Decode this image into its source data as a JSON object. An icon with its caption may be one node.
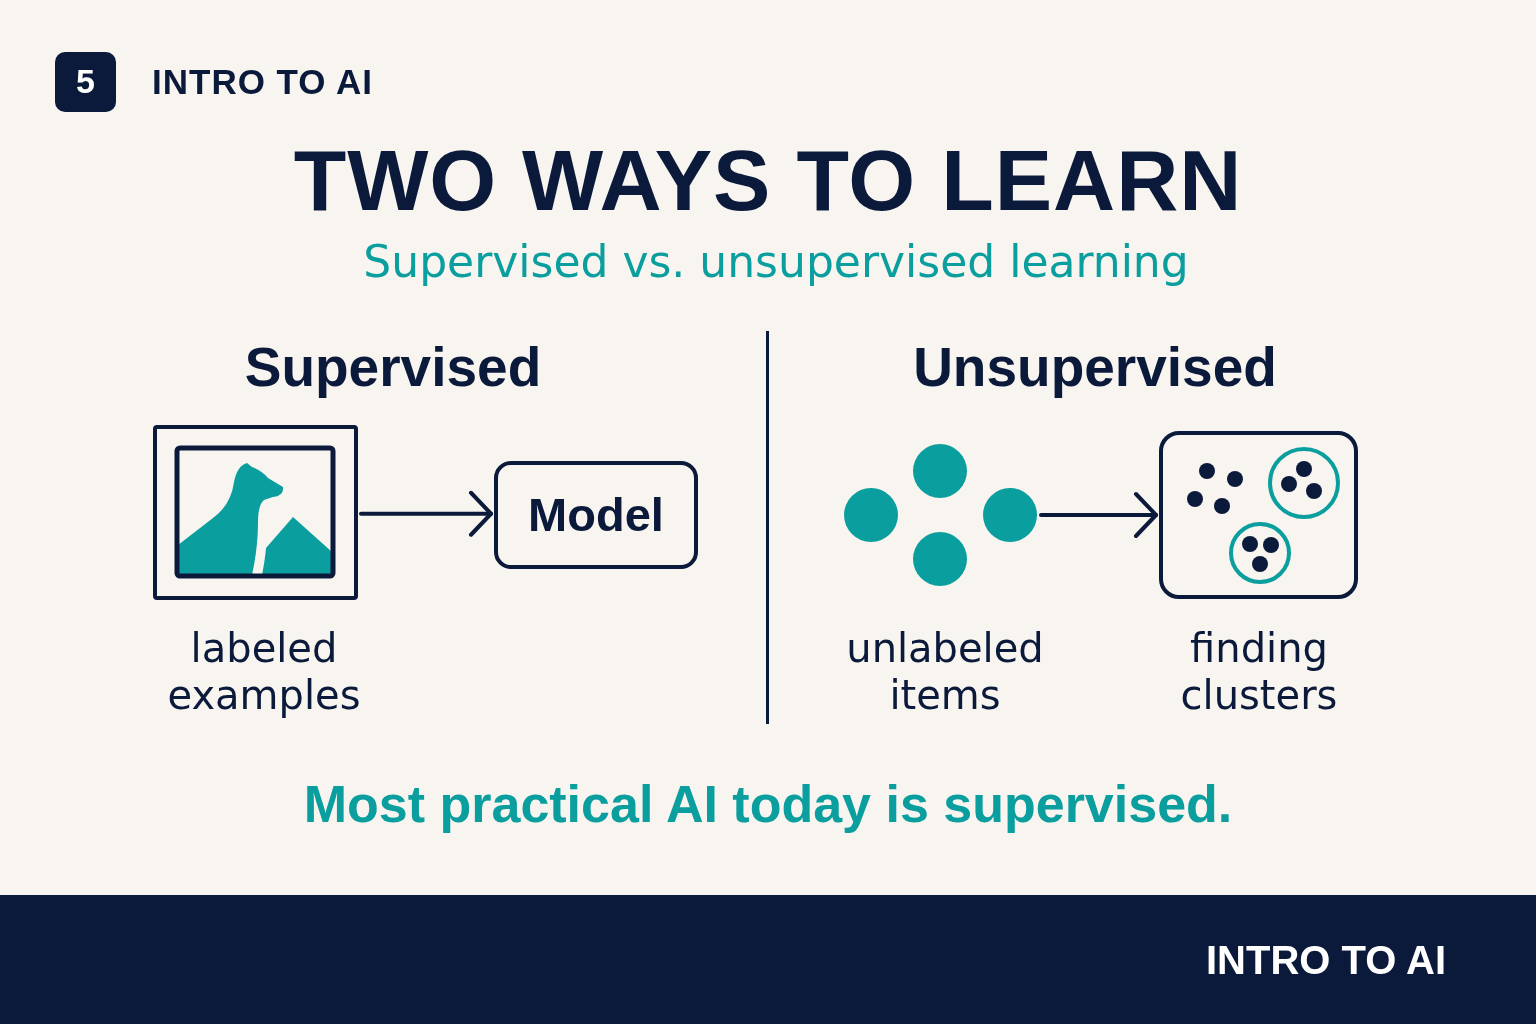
{
  "diagram": {
    "title": "TWO WAYS TO LEARN",
    "nodes": [
      {
        "text": [
          "5"
        ]
      },
      {
        "text": [],
        "shape": "picture",
        "beside": [
          "labeled examples"
        ]
      },
      {
        "text": [
          "Model"
        ]
      },
      {
        "text": [],
        "shape": "picture",
        "beside": [
          "unlabeled items"
        ]
      },
      {
        "text": [],
        "shape": "picture",
        "beside": [
          "finding clusters"
        ]
      },
      {
        "text": [
          "INTRO TO AI"
        ]
      }
    ],
    "edges": [
      {
        "from": 1,
        "to": 2,
        "arrow": "to"
      },
      {
        "from": 3,
        "to": 4,
        "arrow": "to"
      }
    ],
    "labels": [
      "INTRO TO AI",
      "Supervised vs. unsupervised learning",
      "Supervised",
      "Unsupervised",
      "Most practical AI today is supervised."
    ]
  }
}
